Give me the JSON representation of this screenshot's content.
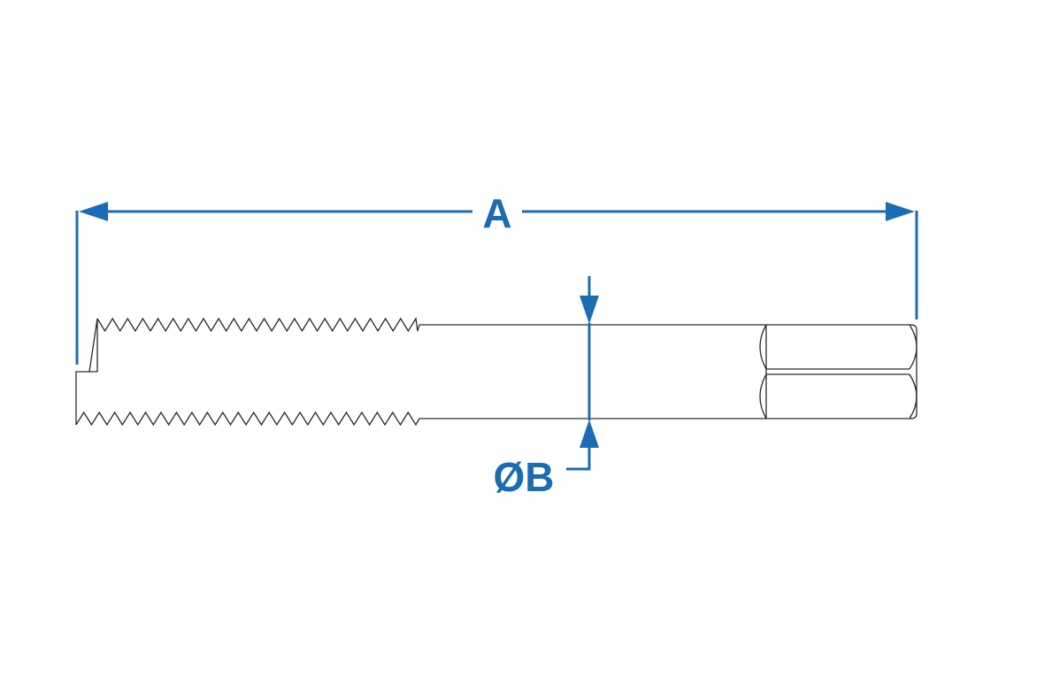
{
  "diagram": {
    "subject": "tap",
    "dimension_a_label": "A",
    "dimension_b_label": "ØB",
    "colors": {
      "dimension": "#1a6cb4",
      "outline": "#2a2a2a",
      "background": "#ffffff"
    },
    "thread_teeth_count": 21
  }
}
